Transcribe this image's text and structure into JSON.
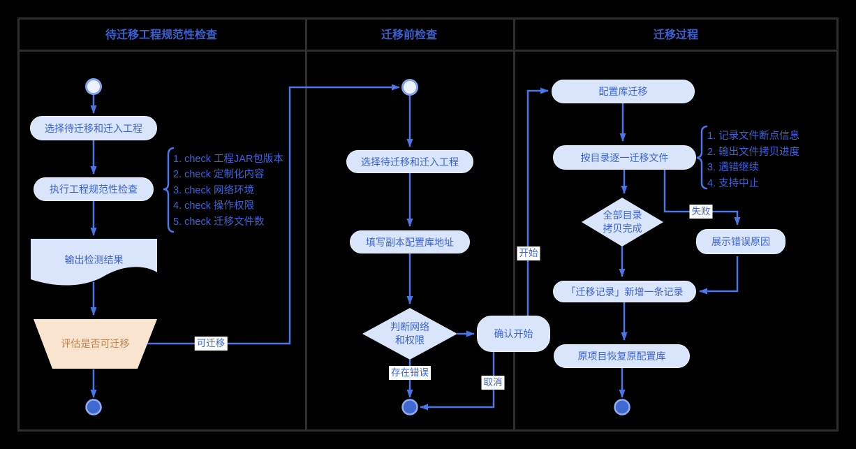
{
  "lanes": [
    {
      "title": "待迁移工程规范性检查"
    },
    {
      "title": "迁移前检查"
    },
    {
      "title": "迁移过程"
    }
  ],
  "lane1": {
    "select_project": "选择待迁移和迁入工程",
    "exec_check": "执行工程规范性检查",
    "check_items": [
      "1. check 工程JAR包版本",
      "2. check 定制化内容",
      "3. check 网络环境",
      "4. check 操作权限",
      "5. check 迁移文件数"
    ],
    "output_result": "输出检测结果",
    "evaluate": "评估是否可迁移",
    "edge_can_migrate": "可迁移"
  },
  "lane2": {
    "select_project": "选择待迁移和迁入工程",
    "fill_address": "填写副本配置库地址",
    "judge_network": {
      "line1": "判断网络",
      "line2": "和权限"
    },
    "confirm_start": "确认开始",
    "edge_has_error": "存在错误",
    "edge_cancel": "取消",
    "edge_start": "开始"
  },
  "lane3": {
    "config_migrate": "配置库迁移",
    "migrate_files": "按目录逐一迁移文件",
    "note_items": [
      "1. 记录文件断点信息",
      "2. 输出文件拷贝进度",
      "3. 遇错继续",
      "4. 支持中止"
    ],
    "all_copied": {
      "line1": "全部目录",
      "line2": "拷贝完成"
    },
    "edge_fail": "失败",
    "show_error": "展示错误原因",
    "add_record": "「迁移记录」新增一条记录",
    "restore_project": "原项目恢复原配置库"
  },
  "colors": {
    "background": "#000000",
    "lane_border": "#2e2e2e",
    "connector": "#4a76e8",
    "node_fill": "#d8e5fa",
    "node_text": "#3e63d8",
    "header_text": "#3c60d3",
    "start_node_fill": "#ecf3fd",
    "end_node_fill": "#3f68d1",
    "trapezoid_fill": "#f9e4cf",
    "trapezoid_text": "#bb8350",
    "label_chip_bg": "#ffffff"
  }
}
